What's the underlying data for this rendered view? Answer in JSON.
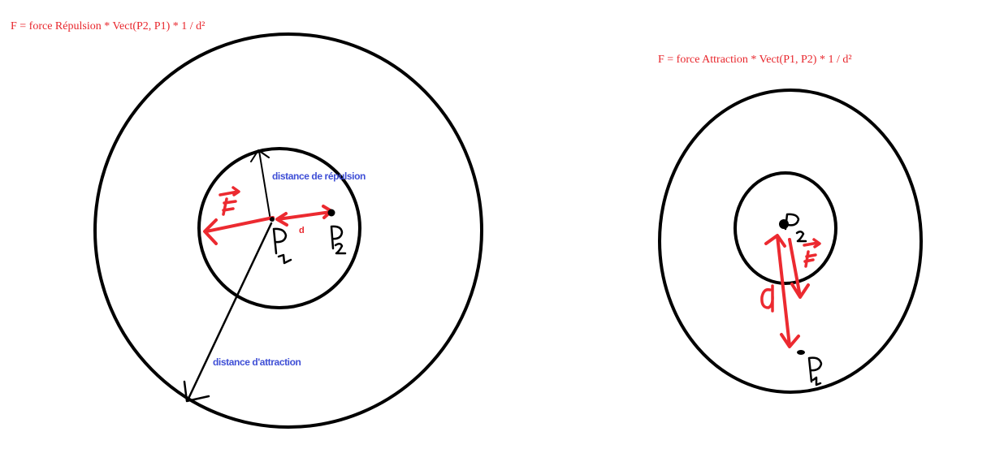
{
  "left": {
    "formula": "F = force Répulsion * Vect(P2, P1) * 1 / d²",
    "label_repulsion": "distance de répulsion",
    "label_attraction": "distance d'attraction",
    "label_d": "d"
  },
  "right": {
    "formula": "F = force Attraction * Vect(P1, P2) * 1 / d²"
  },
  "colors": {
    "red": "#e8262c",
    "blue": "#3f4fd6",
    "ink": "#000000"
  }
}
